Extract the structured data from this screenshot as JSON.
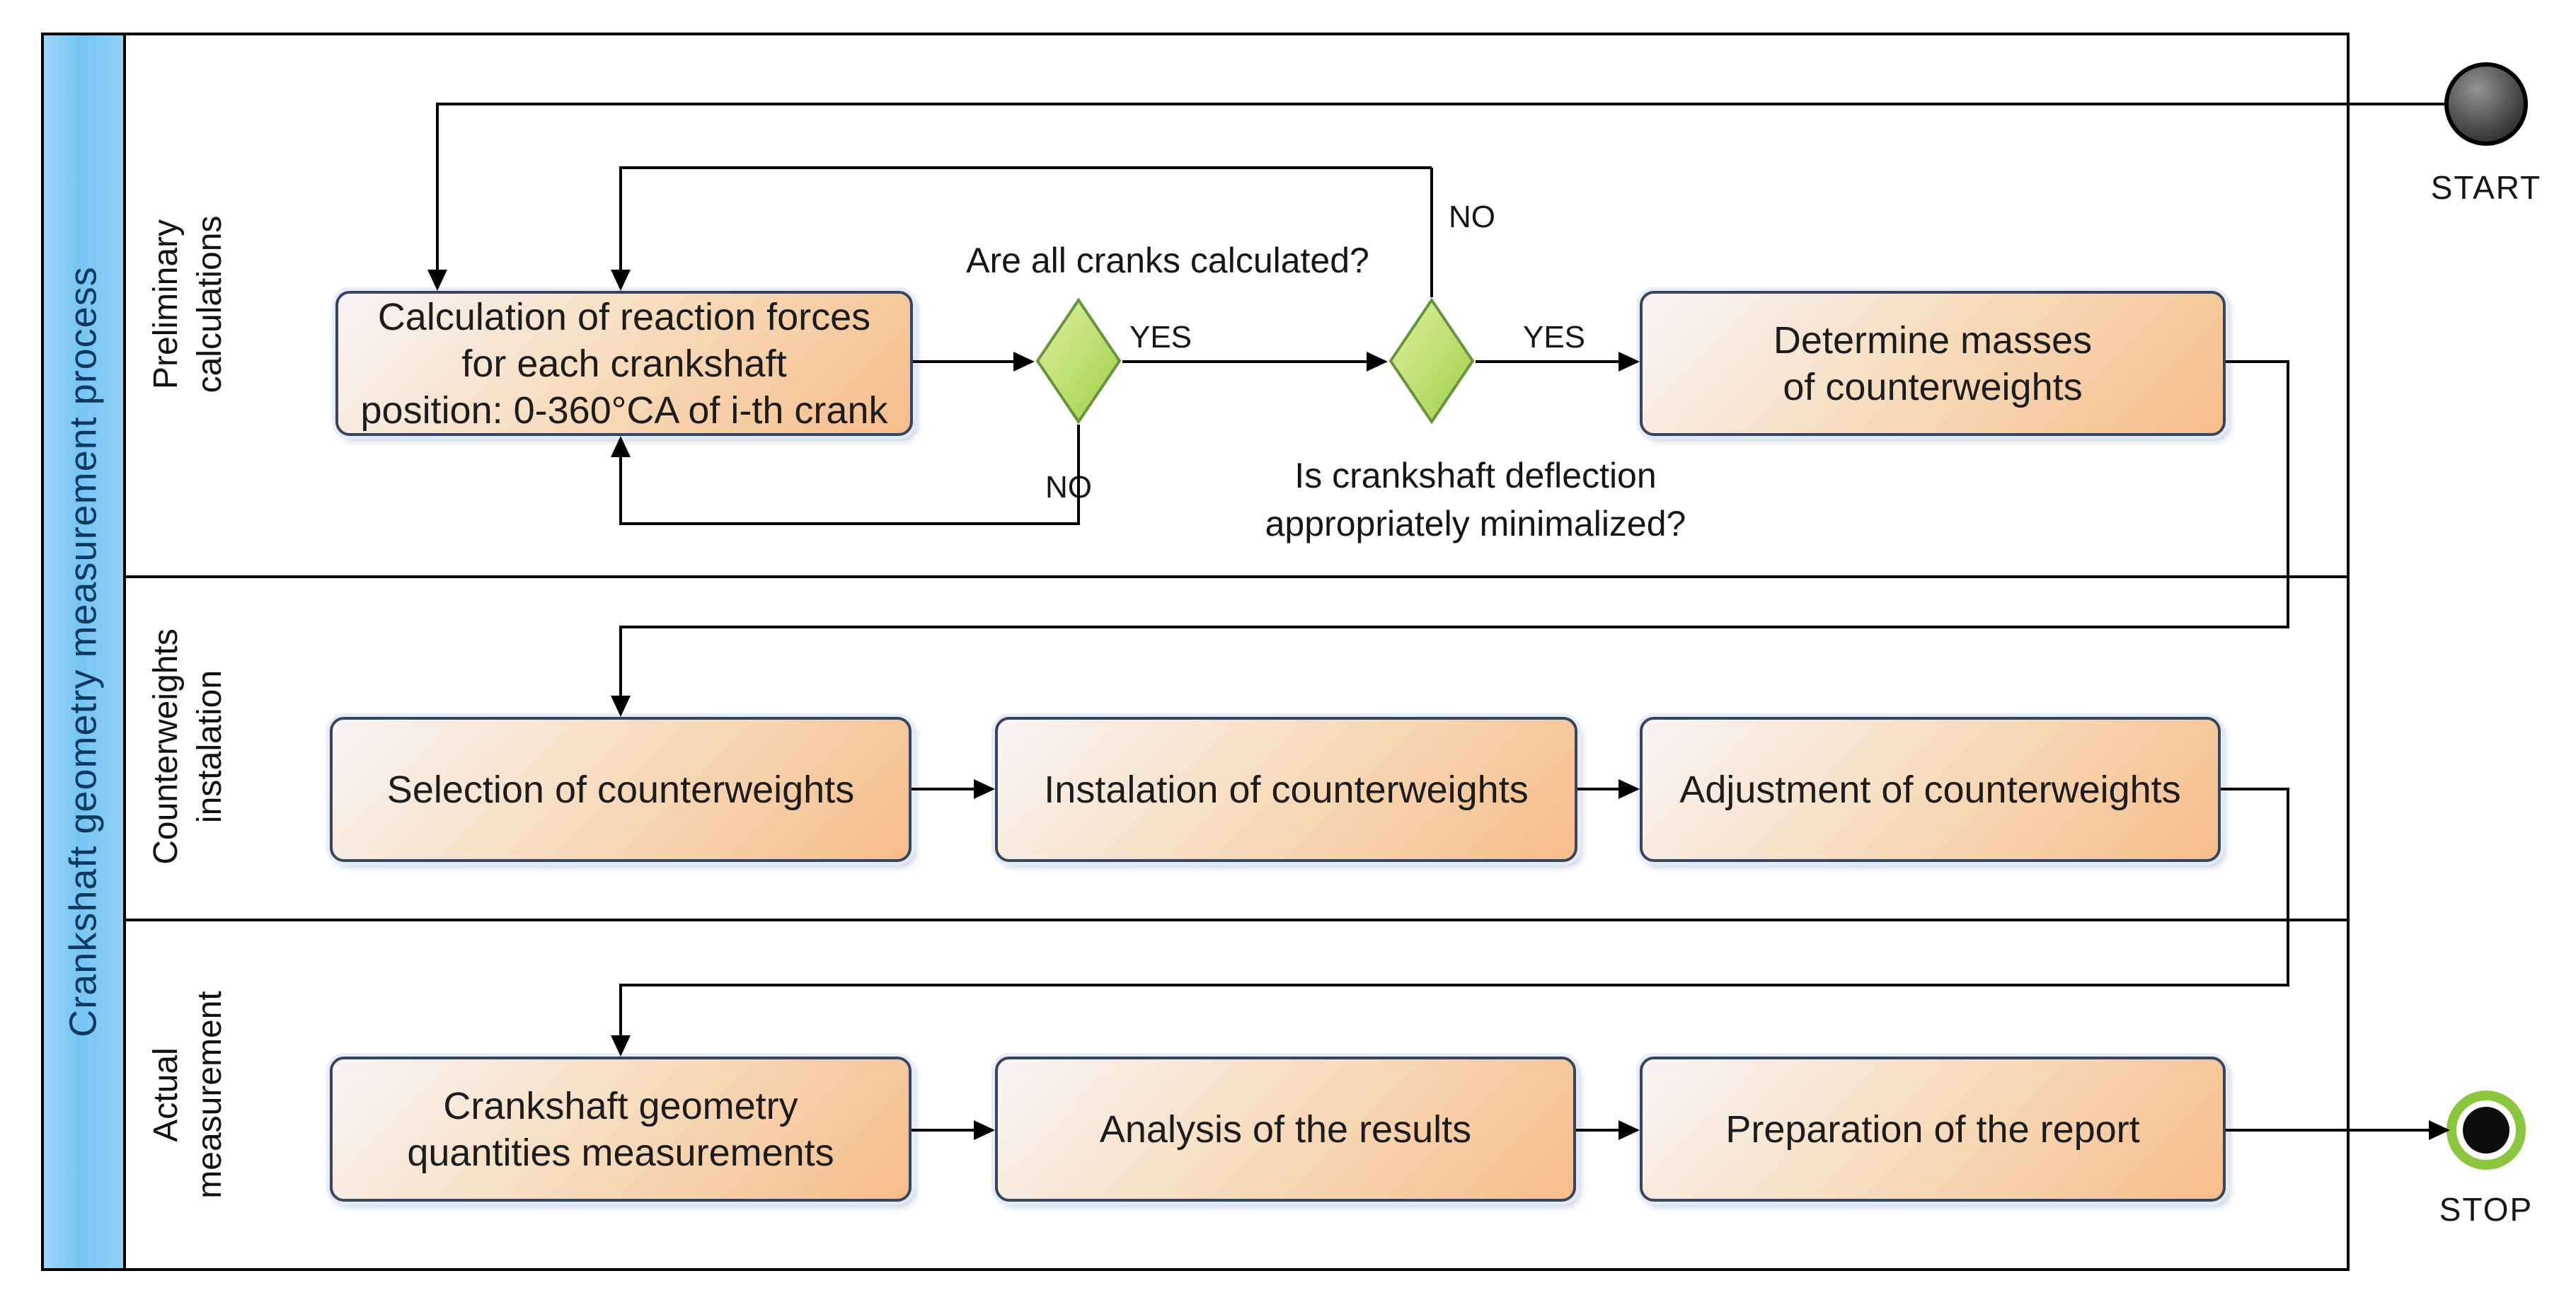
{
  "pool": {
    "title": "Crankshaft geometry measurement process"
  },
  "lanes": [
    {
      "label": "Preliminary\ncalculations"
    },
    {
      "label": "Counterweights\ninstalation"
    },
    {
      "label": "Actual\nmeasurement"
    }
  ],
  "tasks": {
    "calc_forces": {
      "label": "Calculation of reaction forces\nfor each crankshaft\nposition: 0-360°CA of i-th crank"
    },
    "determine": {
      "label": "Determine masses\nof counterweights"
    },
    "selection": {
      "label": "Selection of counterweights"
    },
    "instalation": {
      "label": "Instalation of counterweights"
    },
    "adjustment": {
      "label": "Adjustment of counterweights"
    },
    "geometry": {
      "label": "Crankshaft geometry\nquantities measurements"
    },
    "analysis": {
      "label": "Analysis of the results"
    },
    "preparation": {
      "label": "Preparation of the report"
    }
  },
  "gateways": {
    "q1": {
      "question": "Are all cranks calculated?"
    },
    "q2": {
      "question": "Is crankshaft deflection\nappropriately minimalized?"
    }
  },
  "edges": {
    "yes1": {
      "label": "YES"
    },
    "yes2": {
      "label": "YES"
    },
    "no1": {
      "label": "NO"
    },
    "no2": {
      "label": "NO"
    }
  },
  "terminals": {
    "start": {
      "label": "START"
    },
    "stop": {
      "label": "STOP"
    }
  },
  "colors": {
    "task_fill_light": "#f8f5f7",
    "task_fill_orange": "#f6bd8b",
    "task_border": "#39455c",
    "gateway_fill_light": "#dff0a0",
    "gateway_fill_green": "#a2d04b",
    "gateway_border": "#66953e",
    "lane_header_fill": "#7ec7f5",
    "lane_header_text": "#0d3a5c",
    "connector": "#000000",
    "stop_ring": "#8cc63e"
  }
}
